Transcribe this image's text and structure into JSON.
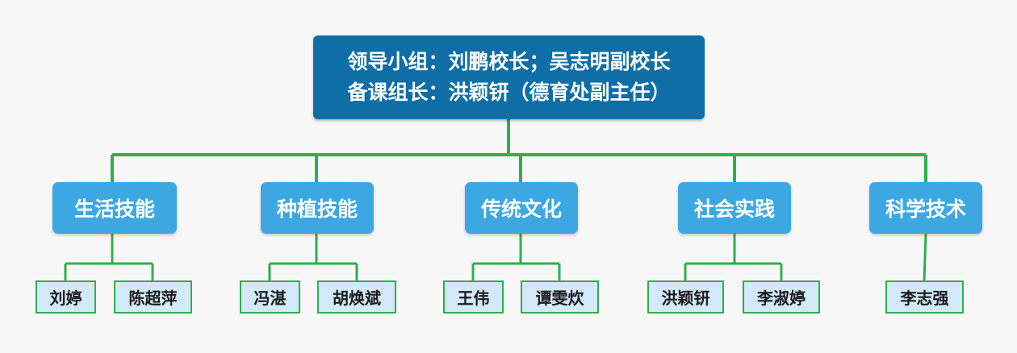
{
  "root": {
    "line1": "领导小组：刘鹏校长；吴志明副校长",
    "line2": "备课组长：洪颖钘（德育处副主任）"
  },
  "categories": [
    {
      "label": "生活技能",
      "members": [
        "刘婷",
        "陈超萍"
      ]
    },
    {
      "label": "种植技能",
      "members": [
        "冯湛",
        "胡焕斌"
      ]
    },
    {
      "label": "传统文化",
      "members": [
        "王伟",
        "谭雯炊"
      ]
    },
    {
      "label": "社会实践",
      "members": [
        "洪颖钘",
        "李淑婷"
      ]
    },
    {
      "label": "科学技术",
      "members": [
        "李志强"
      ]
    }
  ],
  "colors": {
    "root_fill": "#0f6ea6",
    "category_fill": "#3da7e2",
    "member_fill": "#d3e9fa",
    "connector": "#2eb04a"
  }
}
